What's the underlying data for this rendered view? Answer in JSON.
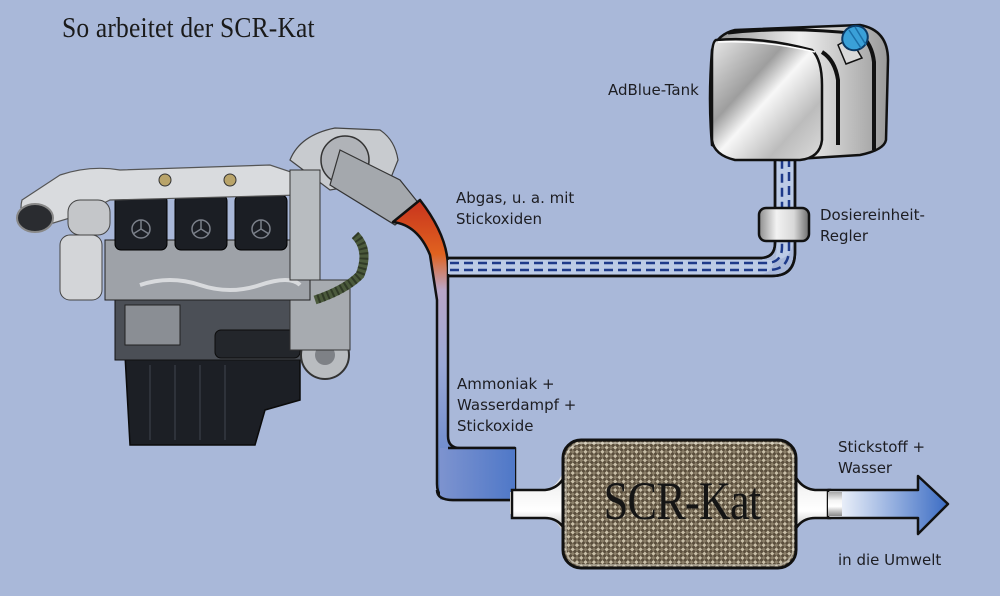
{
  "title": "So arbeitet der SCR-Kat",
  "labels": {
    "adblue_tank": "AdBlue-Tank",
    "exhaust": "Abgas, u. a. mit\nStickoxiden",
    "dosing_unit": "Dosiereinheit-\nRegler",
    "mixture": "Ammoniak +\nWasserdampf +\nStickoxide",
    "catalyst": "SCR-Kat",
    "output": "Stickstoff +\nWasser",
    "destination": "in die Umwelt"
  },
  "colors": {
    "background": "#a9b8d9",
    "exhaust_hot": "#d9531f",
    "exhaust_cool": "#5a7fc8",
    "adblue_line": "#1e3a8a",
    "tank_cap": "#3aa0d8",
    "outline": "#111111"
  },
  "icons": {
    "engine": "engine-illustration",
    "tank": "adblue-tank-icon",
    "dosing": "dosing-unit-icon",
    "catalyst": "scr-catalyst-icon",
    "arrow": "output-arrow-icon"
  }
}
